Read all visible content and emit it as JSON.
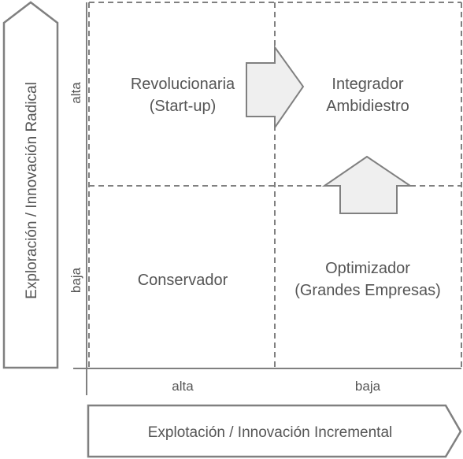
{
  "quadrants": {
    "top_left": {
      "line1": "Revolucionaria",
      "line2": "(Start-up)"
    },
    "top_right": {
      "line1": "Integrador",
      "line2": "Ambidiestro"
    },
    "bottom_left": {
      "line1": "Conservador"
    },
    "bottom_right": {
      "line1": "Optimizador",
      "line2": "(Grandes Empresas)"
    }
  },
  "y_axis": {
    "title": "Exploración / Innovación Radical",
    "high": "alta",
    "low": "baja"
  },
  "x_axis": {
    "title": "Explotación / Innovación Incremental",
    "left": "alta",
    "right": "baja"
  },
  "colors": {
    "line": "#808080",
    "arrow_fill": "#efefef",
    "text": "#555555"
  }
}
